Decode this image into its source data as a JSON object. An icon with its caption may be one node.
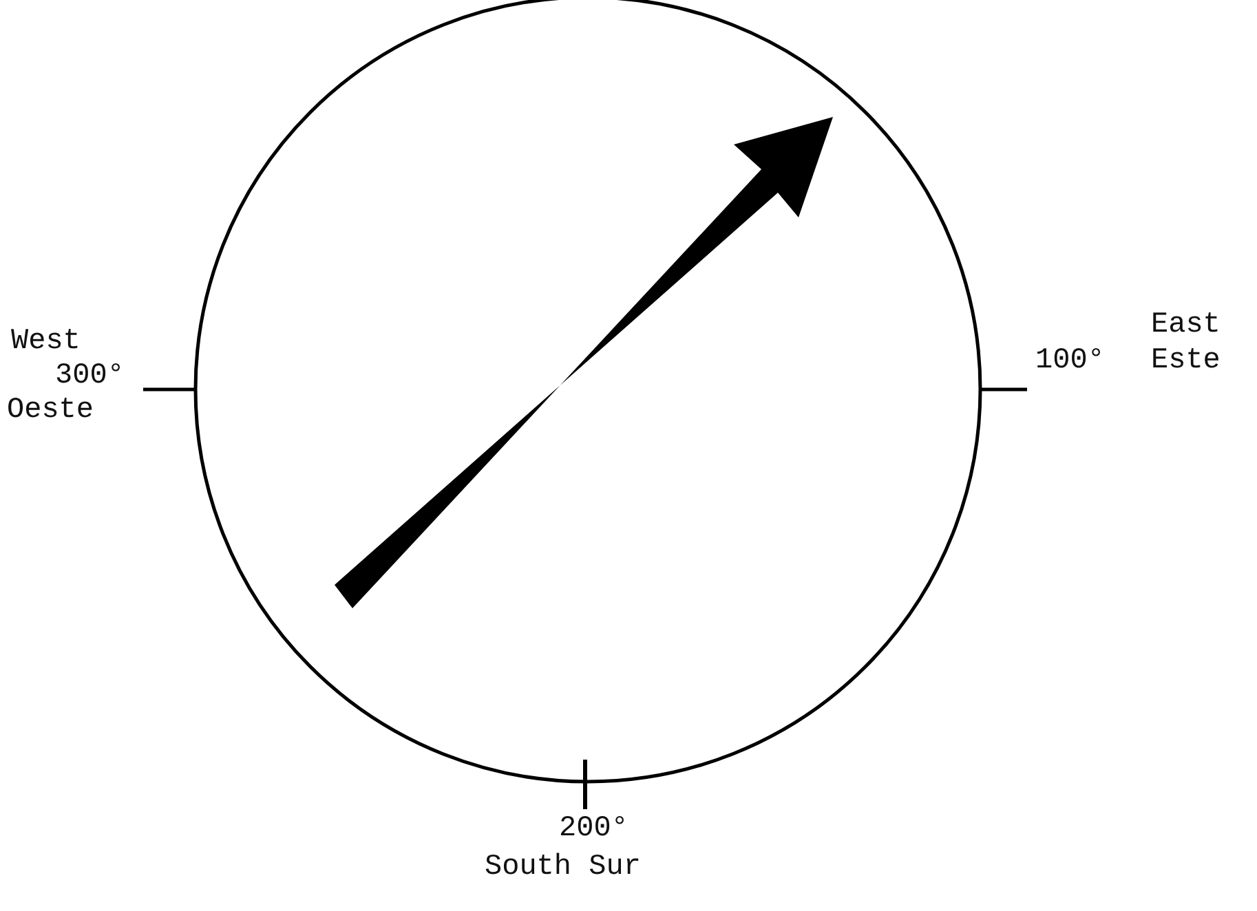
{
  "diagram": {
    "labels": [
      "West",
      "300°",
      "Oeste",
      "East",
      "100°",
      "Este",
      "200°",
      "South Sur"
    ]
  }
}
